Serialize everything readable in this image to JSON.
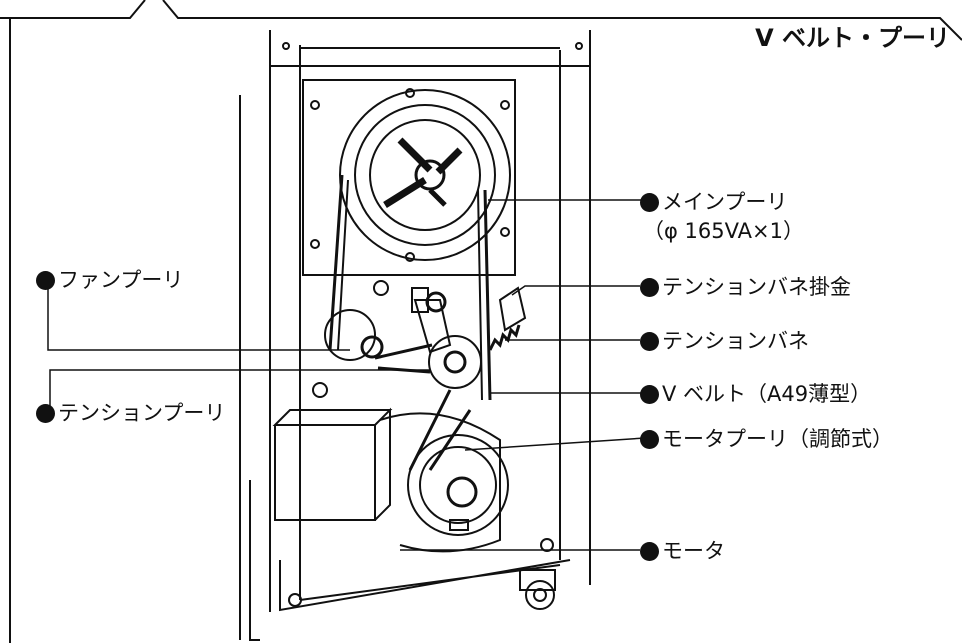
{
  "title": "V ベルト・プーリ",
  "labels": {
    "main_pulley": "メインプーリ",
    "main_pulley_spec": "（φ 165VA×1）",
    "tension_spring_hook": "テンションバネ掛金",
    "tension_spring": "テンションバネ",
    "v_belt": "V ベルト（A49薄型）",
    "motor_pulley": "モータプーリ（調節式）",
    "motor": "モータ",
    "fan_pulley": "ファンプーリ",
    "tension_pulley": "テンションプーリ"
  }
}
